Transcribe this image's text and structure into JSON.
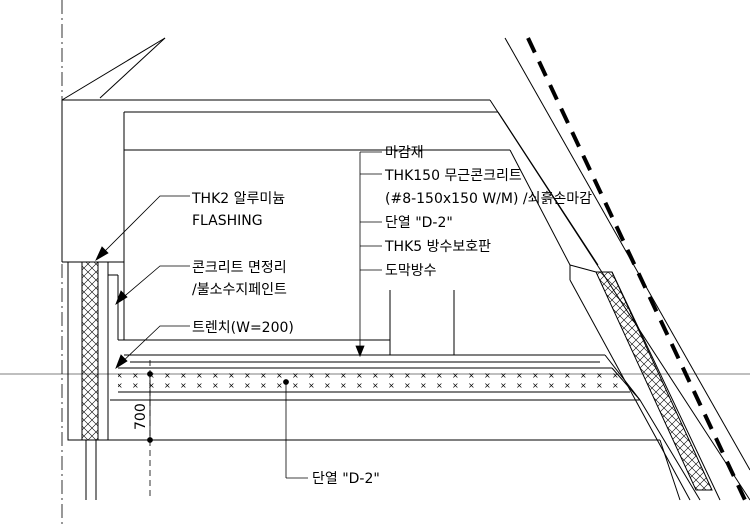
{
  "labels": {
    "flashing_line1": "THK2 알루미늄",
    "flashing_line2": "FLASHING",
    "paint_line1": "콘크리트 면정리",
    "paint_line2": "/불소수지페인트",
    "trench": "트렌치(W=200)",
    "finish_title": "마감재",
    "finish_line1": "THK150 무근콘크리트",
    "finish_line2": "(#8-150x150 W/M) /쇠흙손마감",
    "finish_line3": "단열 \"D-2\"",
    "finish_line4": "THK5 방수보호판",
    "finish_line5": "도막방수",
    "insulation_bottom": "단열 \"D-2\""
  },
  "dimensions": {
    "depth": "700"
  },
  "colors": {
    "line": "#000000",
    "background": "#ffffff"
  }
}
